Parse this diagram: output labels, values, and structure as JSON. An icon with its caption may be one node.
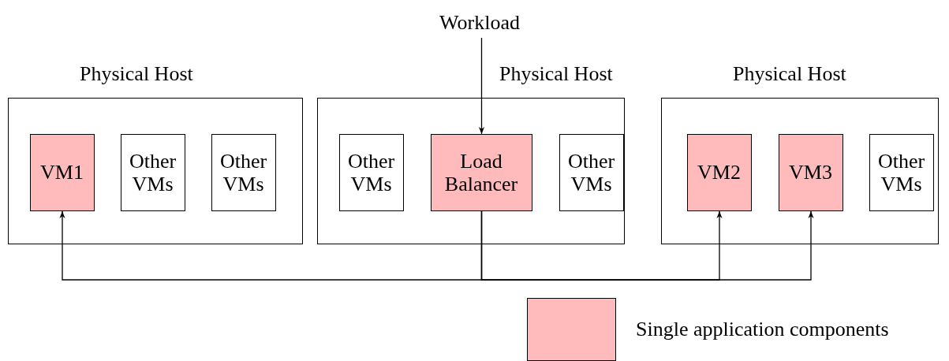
{
  "diagram": {
    "nodes": [
      {
        "text": [
          "Workload"
        ]
      },
      {
        "text": [
          "Physical Host"
        ]
      },
      {
        "text": [
          "VM1"
        ],
        "in": 1
      },
      {
        "text": [
          "Other VMs"
        ],
        "in": 1
      },
      {
        "text": [
          "Other VMs"
        ],
        "in": 1
      },
      {
        "text": [
          "Physical Host"
        ]
      },
      {
        "text": [
          "Other VMs"
        ],
        "in": 5
      },
      {
        "text": [
          "Load Balancer"
        ],
        "in": 5
      },
      {
        "text": [
          "Other VMs"
        ],
        "in": 5
      },
      {
        "text": [
          "Physical Host"
        ]
      },
      {
        "text": [
          "VM2"
        ],
        "in": 9
      },
      {
        "text": [
          "VM3"
        ],
        "in": 9
      },
      {
        "text": [
          "Other VMs"
        ],
        "in": 9
      }
    ],
    "edges": [
      {
        "from": 0,
        "to": 7,
        "arrow": "to"
      },
      {
        "from": 7,
        "to": 2,
        "arrow": "to"
      },
      {
        "from": 7,
        "to": 10,
        "arrow": "to"
      },
      {
        "from": 7,
        "to": 11,
        "arrow": "to"
      }
    ],
    "legend": [
      {
        "text": "Single application components",
        "color": "#ffbbbb"
      }
    ]
  }
}
